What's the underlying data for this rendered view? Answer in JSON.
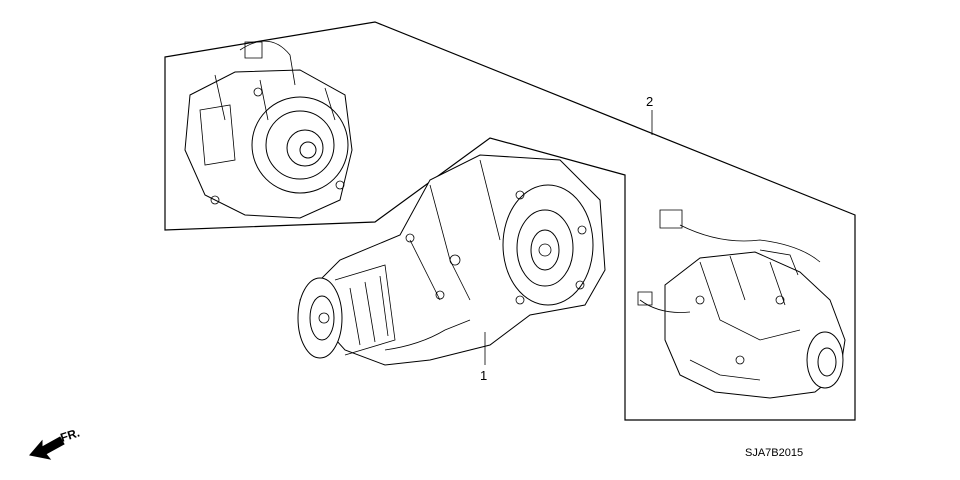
{
  "callouts": {
    "part1": "1",
    "part2": "2"
  },
  "direction_label": "FR.",
  "diagram_code": "SJA7B2015",
  "icons": {
    "front_arrow": "arrow-left-down-icon"
  },
  "colors": {
    "line": "#000000",
    "background": "#ffffff"
  }
}
